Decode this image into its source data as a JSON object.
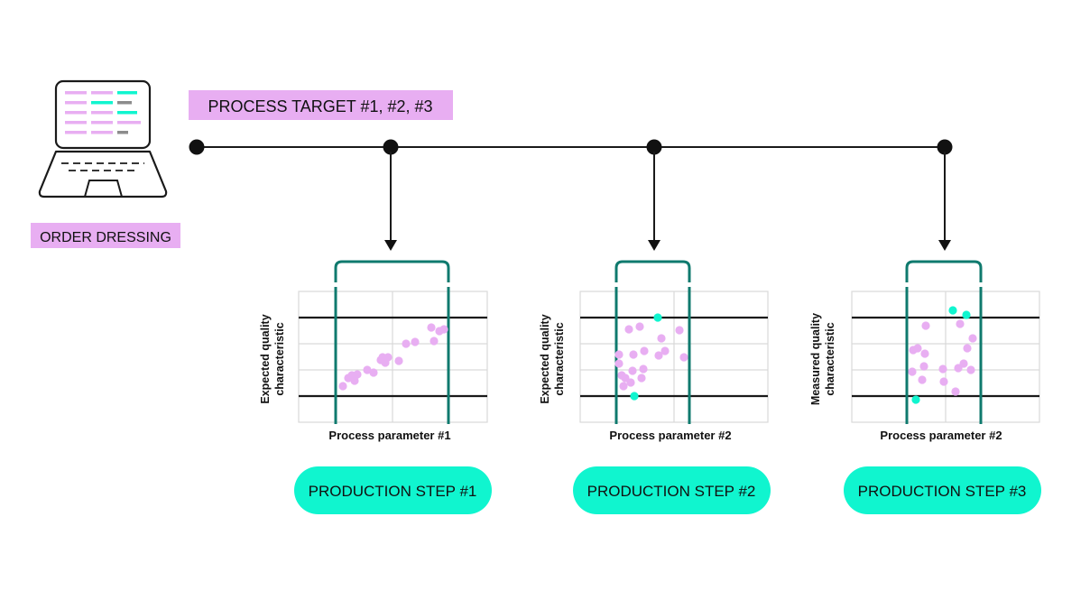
{
  "order": {
    "label": "ORDER DRESSING"
  },
  "target": {
    "label": "PROCESS TARGET #1, #2, #3"
  },
  "colors": {
    "pink": "#e8aef2",
    "teal": "#10f5cf",
    "dark_teal": "#0f7a6e",
    "black": "#1a1a1a",
    "grid": "#d9d9d9",
    "gray_bar": "#8c8c8c"
  },
  "steps": [
    {
      "label": "PRODUCTION STEP #1",
      "ylabel_line1": "Expected quality",
      "ylabel_line2": "characteristic",
      "xlabel": "Process parameter #1"
    },
    {
      "label": "PRODUCTION STEP #2",
      "ylabel_line1": "Expected quality",
      "ylabel_line2": "characteristic",
      "xlabel": "Process parameter #2"
    },
    {
      "label": "PRODUCTION STEP #3",
      "ylabel_line1": "Measured quality",
      "ylabel_line2": "characteristic",
      "xlabel": "Process parameter #2"
    }
  ]
}
